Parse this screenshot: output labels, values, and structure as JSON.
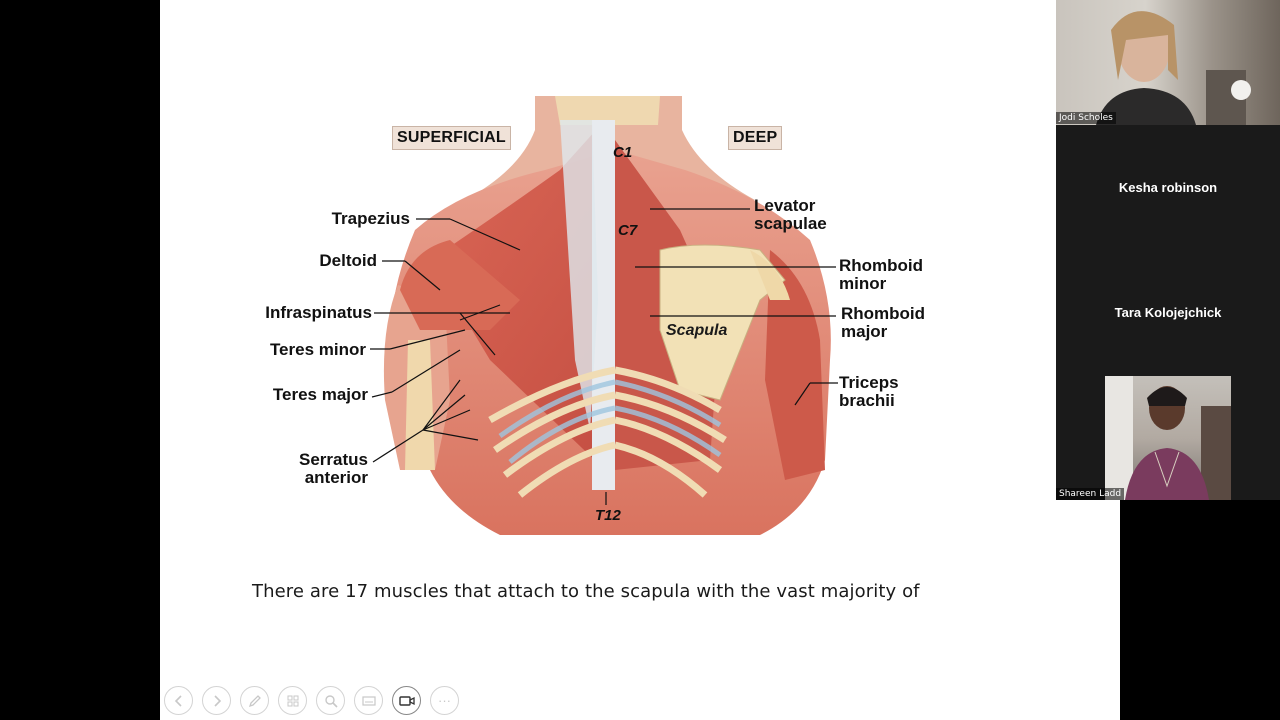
{
  "slide": {
    "header_left": "SUPERFICIAL",
    "header_right": "DEEP",
    "labels_left": {
      "trapezius": "Trapezius",
      "deltoid": "Deltoid",
      "infraspinatus": "Infraspinatus",
      "teres_minor": "Teres minor",
      "teres_major": "Teres major",
      "serratus_line1": "Serratus",
      "serratus_line2": "anterior"
    },
    "labels_right": {
      "levator_line1": "Levator",
      "levator_line2": "scapulae",
      "rhomboid_minor_line1": "Rhomboid",
      "rhomboid_minor_line2": "minor",
      "rhomboid_major_line1": "Rhomboid",
      "rhomboid_major_line2": "major",
      "triceps_line1": "Triceps",
      "triceps_line2": "brachii"
    },
    "vertebrae": {
      "c1": "C1",
      "c7": "C7",
      "t12": "T12"
    },
    "scapula_label": "Scapula",
    "caption": "There are 17 muscles that attach to the scapula with the vast majority of"
  },
  "toolbar": {
    "buttons": [
      "previous-icon",
      "next-icon",
      "pen-icon",
      "slides-icon",
      "zoom-icon",
      "subtitles-icon",
      "camera-icon",
      "more-icon"
    ],
    "more_label": "···"
  },
  "participants": {
    "p1": "Jodi Scholes",
    "p2": "Kesha robinson",
    "p3": "Tara Kolojejchick",
    "p4": "Shareen Ladd"
  }
}
